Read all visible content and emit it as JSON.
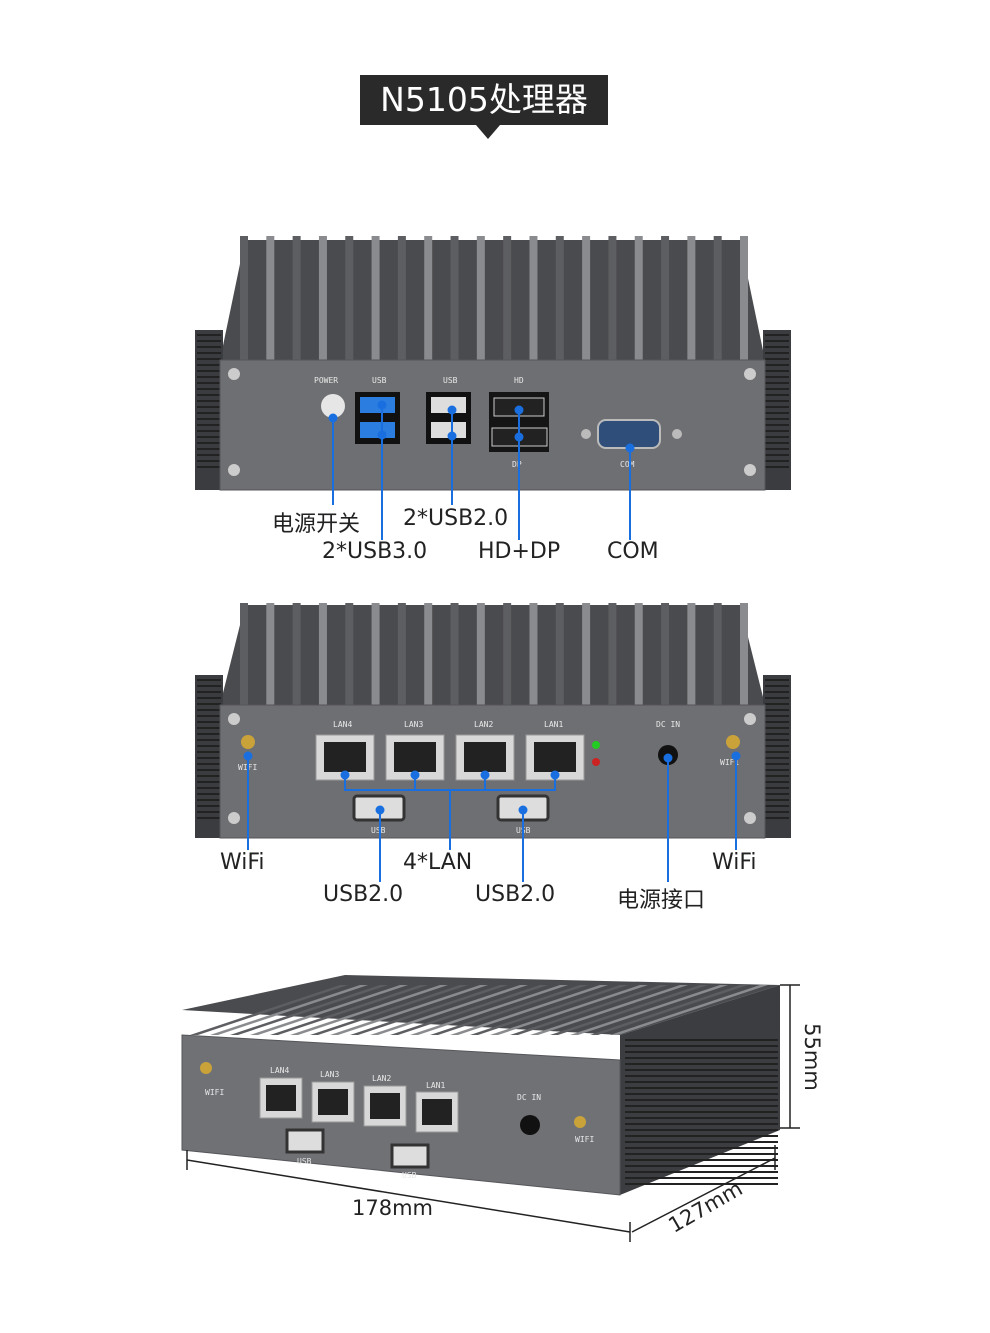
{
  "title": "N5105处理器",
  "colors": {
    "accent": "#1a6fe0",
    "title_bg": "#2a2a2a",
    "chassis": "#6e6f72",
    "fins": "#3a3b3e"
  },
  "front_view": {
    "panel_labels": {
      "power": "POWER",
      "usb3": "USB",
      "usb2": "USB",
      "hd": "HD",
      "dp": "DP",
      "com": "COM"
    },
    "callouts": {
      "power_switch": "电源开关",
      "usb20": "2*USB2.0",
      "usb30": "2*USB3.0",
      "hd_dp": "HD+DP",
      "com": "COM"
    }
  },
  "rear_view": {
    "panel_labels": {
      "lan4": "LAN4",
      "lan3": "LAN3",
      "lan2": "LAN2",
      "lan1": "LAN1",
      "dc_in": "DC IN",
      "wifi_left": "WIFI",
      "wifi_right": "WIFI",
      "usb_left": "USB",
      "usb_right": "USB"
    },
    "callouts": {
      "wifi_left": "WiFi",
      "lan": "4*LAN",
      "wifi_right": "WiFi",
      "usb_left": "USB2.0",
      "usb_right": "USB2.0",
      "power_port": "电源接口"
    }
  },
  "iso_view": {
    "panel_labels": {
      "lan4": "LAN4",
      "lan3": "LAN3",
      "lan2": "LAN2",
      "lan1": "LAN1",
      "dc_in": "DC IN",
      "wifi_left": "WIFI",
      "wifi_right": "WIFI",
      "usb_left": "USB",
      "usb_right": "USB"
    },
    "dimensions": {
      "width": "178mm",
      "depth": "127mm",
      "height": "55mm"
    }
  }
}
